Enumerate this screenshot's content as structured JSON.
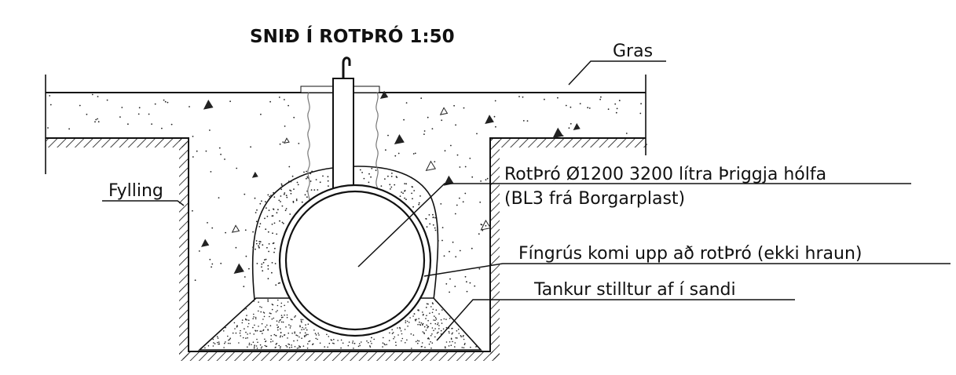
{
  "title": "SNIÐ Í ROTÞRÓ 1:50",
  "labels": {
    "gras": "Gras",
    "fylling": "Fylling",
    "tank_line1": "RotÞró Ø1200 3200 lítra Þriggja hólfa",
    "tank_line2": "(BL3 frá Borgarplast)",
    "fingrus": "Fíngrús komi upp að rotÞró (ekki hraun)",
    "sandur": "Tankur stilltur af í sandi"
  },
  "colors": {
    "ink": "#111111",
    "paper": "#ffffff"
  }
}
